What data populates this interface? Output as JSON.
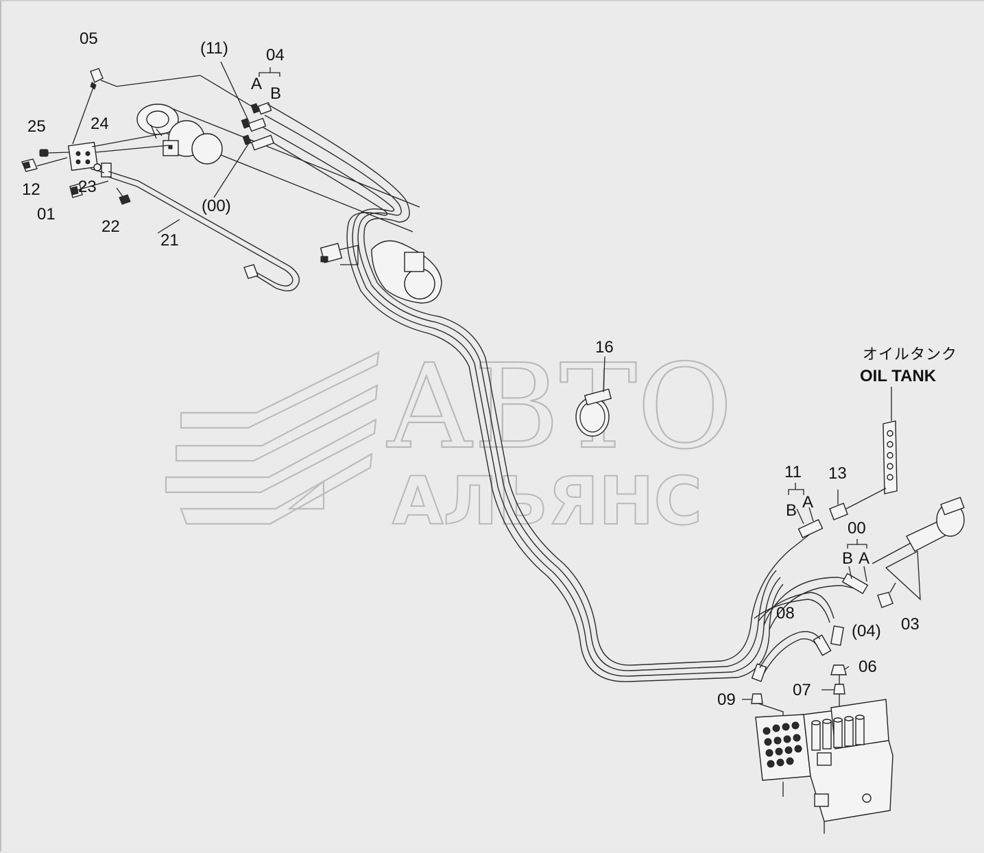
{
  "watermark": {
    "line1": "АВТО",
    "line2": "АЛЬЯНС"
  },
  "oil_tank": {
    "jp": "オイルタンク",
    "en": "OIL TANK"
  },
  "labels": {
    "p05": "05",
    "p11p": "(11)",
    "p04": "04",
    "p04_a": "A",
    "p04_b": "B",
    "p25": "25",
    "p24": "24",
    "p12": "12",
    "p23": "23",
    "p01": "01",
    "p22": "22",
    "p21": "21",
    "p00p": "(00)",
    "p16": "16",
    "p11": "11",
    "p11_b": "B",
    "p11_a": "A",
    "p13": "13",
    "p00": "00",
    "p00_b": "B",
    "p00_a": "A",
    "p03": "03",
    "p08": "08",
    "p04p": "(04)",
    "p06": "06",
    "p07": "07",
    "p09": "09"
  }
}
